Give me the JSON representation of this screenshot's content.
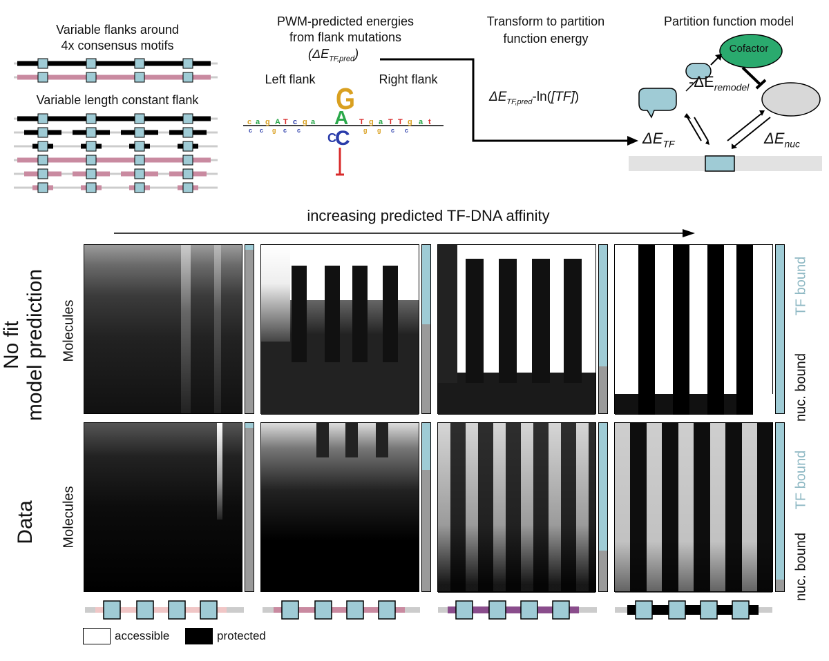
{
  "top": {
    "panel1": {
      "title_line1": "Variable flanks around",
      "title_line2": "4x consensus motifs",
      "title2": "Variable length constant flank"
    },
    "panel2": {
      "title_line1": "PWM-predicted energies",
      "title_line2": "from flank mutations",
      "energy_label": "(ΔE",
      "energy_sub": "TF,pred",
      "energy_close": ")",
      "left_flank": "Left flank",
      "right_flank": "Right flank",
      "logo_letters": [
        "G",
        "A",
        "C",
        "C",
        "T"
      ]
    },
    "panel3": {
      "title_line1": "Transform to partition",
      "title_line2": "function energy",
      "formula_a": "ΔE",
      "formula_sub": "TF,pred",
      "formula_b": "-ln(",
      "formula_c": "[TF]",
      "formula_d": ")"
    },
    "panel4": {
      "title": "Partition function model",
      "cofactor": "Cofactor",
      "remodel_a": "-ΔE",
      "remodel_sub": "remodel",
      "tf_a": "ΔE",
      "tf_sub": "TF",
      "nuc_a": "ΔE",
      "nuc_sub": "nuc"
    }
  },
  "affinity_label": "increasing predicted TF-DNA affinity",
  "rows": {
    "fit_label_line1": "No fit",
    "fit_label_line2": "model prediction",
    "data_label": "Data",
    "molecules": "Molecules",
    "tf_bound": "TF bound",
    "nuc_bound": "nuc. bound"
  },
  "heatmap_tf_fraction": {
    "model": [
      0.03,
      0.47,
      0.72,
      1.0
    ],
    "data": [
      0.03,
      0.28,
      0.76,
      0.93
    ]
  },
  "legend": {
    "accessible": "accessible",
    "protected": "protected"
  },
  "colors": {
    "tf_blue": "#9fcbd5",
    "nuc_gray": "#9a9a9a",
    "cofactor_green": "#2aaa6e",
    "flank_pink": "#c98aa0",
    "flank_purple": "#8a4d8c",
    "flank_black": "#000000"
  }
}
